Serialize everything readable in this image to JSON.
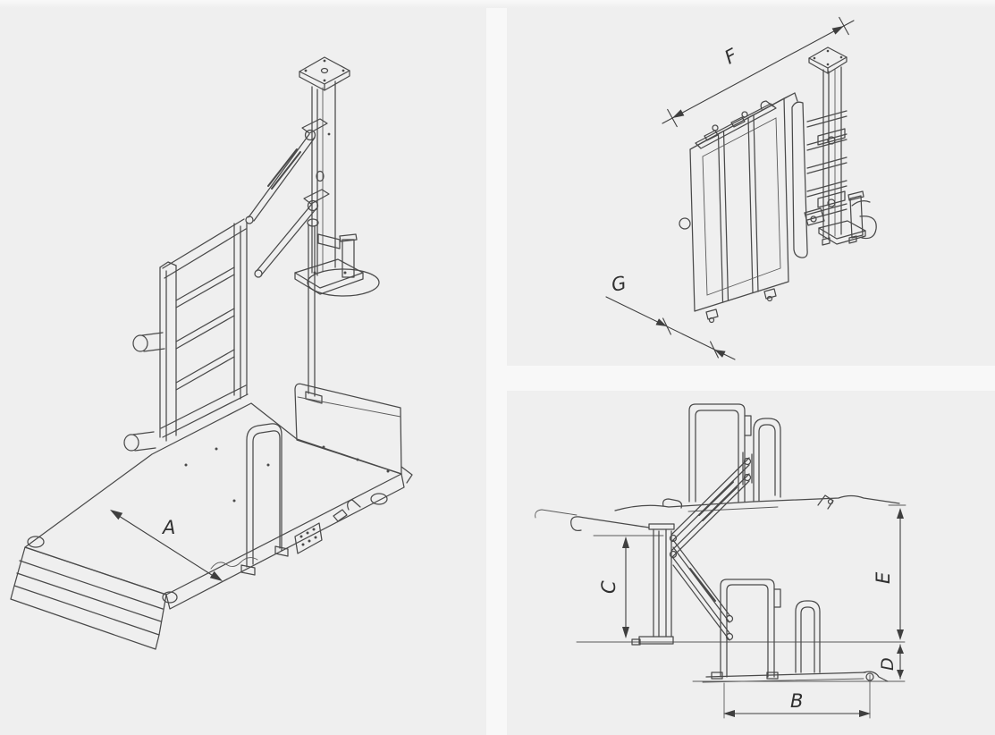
{
  "diagram": {
    "colors": {
      "background": "#efefef",
      "divider": "#f8f8f8",
      "line": "#4a4a4a",
      "label": "#303030"
    },
    "views": [
      {
        "id": "deployed-isometric",
        "position": "left"
      },
      {
        "id": "folded-isometric",
        "position": "top-right"
      },
      {
        "id": "side-elevation",
        "position": "bottom-right"
      }
    ],
    "labels": {
      "a": "A",
      "b": "B",
      "c": "C",
      "d": "D",
      "e": "E",
      "f": "F",
      "g": "G"
    }
  }
}
